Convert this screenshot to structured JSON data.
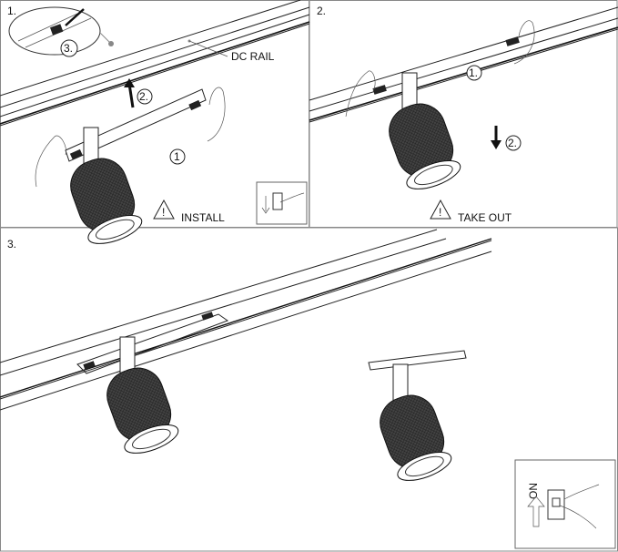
{
  "panels": [
    {
      "step": "1.",
      "caption": "INSTALL",
      "rail_label": "DC RAIL",
      "callouts": [
        "1",
        "2.",
        "3."
      ],
      "warning_icon": "warning-triangle-icon"
    },
    {
      "step": "2.",
      "caption": "TAKE OUT",
      "callouts": [
        "1.",
        "2."
      ],
      "warning_icon": "warning-triangle-icon"
    },
    {
      "step": "3.",
      "switch_label": "ON"
    }
  ],
  "colors": {
    "border": "#888888",
    "line": "#222222",
    "fixture": "#3a3a3a"
  }
}
